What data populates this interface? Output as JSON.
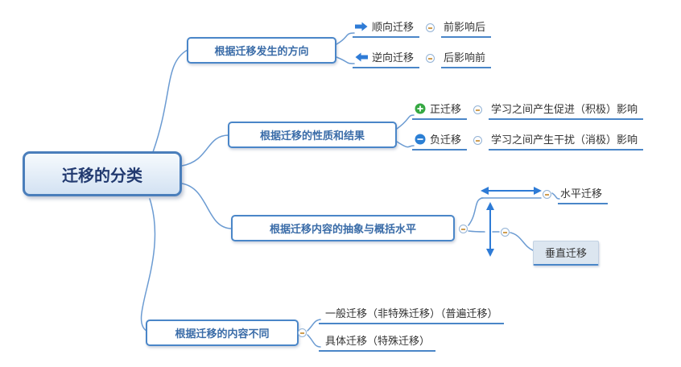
{
  "colors": {
    "accent_blue": "#4a86c8",
    "connector_blue": "#6b9bd2",
    "icon_blue": "#2e7bd6",
    "icon_green": "#35a842",
    "root_text": "#223a70",
    "branch_text": "#3a6ca8",
    "leaf_text": "#333333",
    "highlight_fill": "#dce6f0"
  },
  "root": {
    "label": "迁移的分类"
  },
  "branches": [
    {
      "label": "根据迁移发生的方向",
      "children": [
        {
          "icon": "arrow-right-icon",
          "label": "顺向迁移",
          "sub": "前影响后"
        },
        {
          "icon": "arrow-left-icon",
          "label": "逆向迁移",
          "sub": "后影响前"
        }
      ]
    },
    {
      "label": "根据迁移的性质和结果",
      "children": [
        {
          "icon": "plus-circle-icon",
          "label": "正迁移",
          "sub": "学习之间产生促进（积极）影响"
        },
        {
          "icon": "minus-circle-icon",
          "label": "负迁移",
          "sub": "学习之间产生干扰（消极）影响"
        }
      ]
    },
    {
      "label": "根据迁移内容的抽象与概括水平",
      "children": [
        {
          "icon": "horizontal-double-arrow-icon",
          "sub": "水平迁移"
        },
        {
          "icon": "vertical-double-arrow-icon",
          "sub": "垂直迁移"
        }
      ]
    },
    {
      "label": "根据迁移的内容不同",
      "children": [
        {
          "label": "一般迁移（非特殊迁移）（普遍迁移）"
        },
        {
          "label": "具体迁移（特殊迁移）"
        }
      ]
    }
  ]
}
